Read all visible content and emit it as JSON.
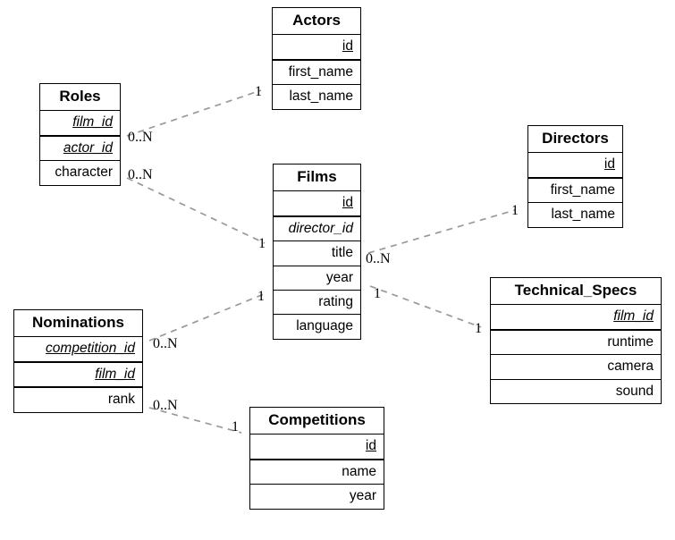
{
  "diagram": {
    "title": "Film database entity-relationship diagram",
    "edge_color": "#999999",
    "box_border_color": "#000000",
    "background": "#ffffff"
  },
  "entities": [
    {
      "id": "actors",
      "name": "Actors",
      "attributes": [
        {
          "label": "id",
          "key": "pk"
        },
        {
          "label": "first_name",
          "key": "none"
        },
        {
          "label": "last_name",
          "key": "none"
        }
      ]
    },
    {
      "id": "roles",
      "name": "Roles",
      "attributes": [
        {
          "label": "film_id",
          "key": "pkfk"
        },
        {
          "label": "actor_id",
          "key": "pkfk"
        },
        {
          "label": "character",
          "key": "none"
        }
      ]
    },
    {
      "id": "films",
      "name": "Films",
      "attributes": [
        {
          "label": "id",
          "key": "pk"
        },
        {
          "label": "director_id",
          "key": "fk"
        },
        {
          "label": "title",
          "key": "none"
        },
        {
          "label": "year",
          "key": "none"
        },
        {
          "label": "rating",
          "key": "none"
        },
        {
          "label": "language",
          "key": "none"
        }
      ]
    },
    {
      "id": "directors",
      "name": "Directors",
      "attributes": [
        {
          "label": "id",
          "key": "pk"
        },
        {
          "label": "first_name",
          "key": "none"
        },
        {
          "label": "last_name",
          "key": "none"
        }
      ]
    },
    {
      "id": "technical_specs",
      "name": "Technical_Specs",
      "attributes": [
        {
          "label": "film_id",
          "key": "pkfk"
        },
        {
          "label": "runtime",
          "key": "none"
        },
        {
          "label": "camera",
          "key": "none"
        },
        {
          "label": "sound",
          "key": "none"
        }
      ]
    },
    {
      "id": "nominations",
      "name": "Nominations",
      "attributes": [
        {
          "label": "competition_id",
          "key": "pkfk"
        },
        {
          "label": "film_id",
          "key": "pkfk"
        },
        {
          "label": "rank",
          "key": "none"
        }
      ]
    },
    {
      "id": "competitions",
      "name": "Competitions",
      "attributes": [
        {
          "label": "id",
          "key": "pk"
        },
        {
          "label": "name",
          "key": "none"
        },
        {
          "label": "year",
          "key": "none"
        }
      ]
    }
  ],
  "relationships": [
    {
      "id": "roles-actors",
      "from": "roles",
      "to": "actors",
      "from_cardinality": "0..N",
      "to_cardinality": "1"
    },
    {
      "id": "roles-films",
      "from": "roles",
      "to": "films",
      "from_cardinality": "0..N",
      "to_cardinality": "1"
    },
    {
      "id": "films-directors",
      "from": "films",
      "to": "directors",
      "from_cardinality": "0..N",
      "to_cardinality": "1"
    },
    {
      "id": "films-technical-specs",
      "from": "films",
      "to": "technical_specs",
      "from_cardinality": "1",
      "to_cardinality": "1"
    },
    {
      "id": "nominations-films",
      "from": "nominations",
      "to": "films",
      "from_cardinality": "0..N",
      "to_cardinality": "1"
    },
    {
      "id": "nominations-competitions",
      "from": "nominations",
      "to": "competitions",
      "from_cardinality": "0..N",
      "to_cardinality": "1"
    }
  ]
}
